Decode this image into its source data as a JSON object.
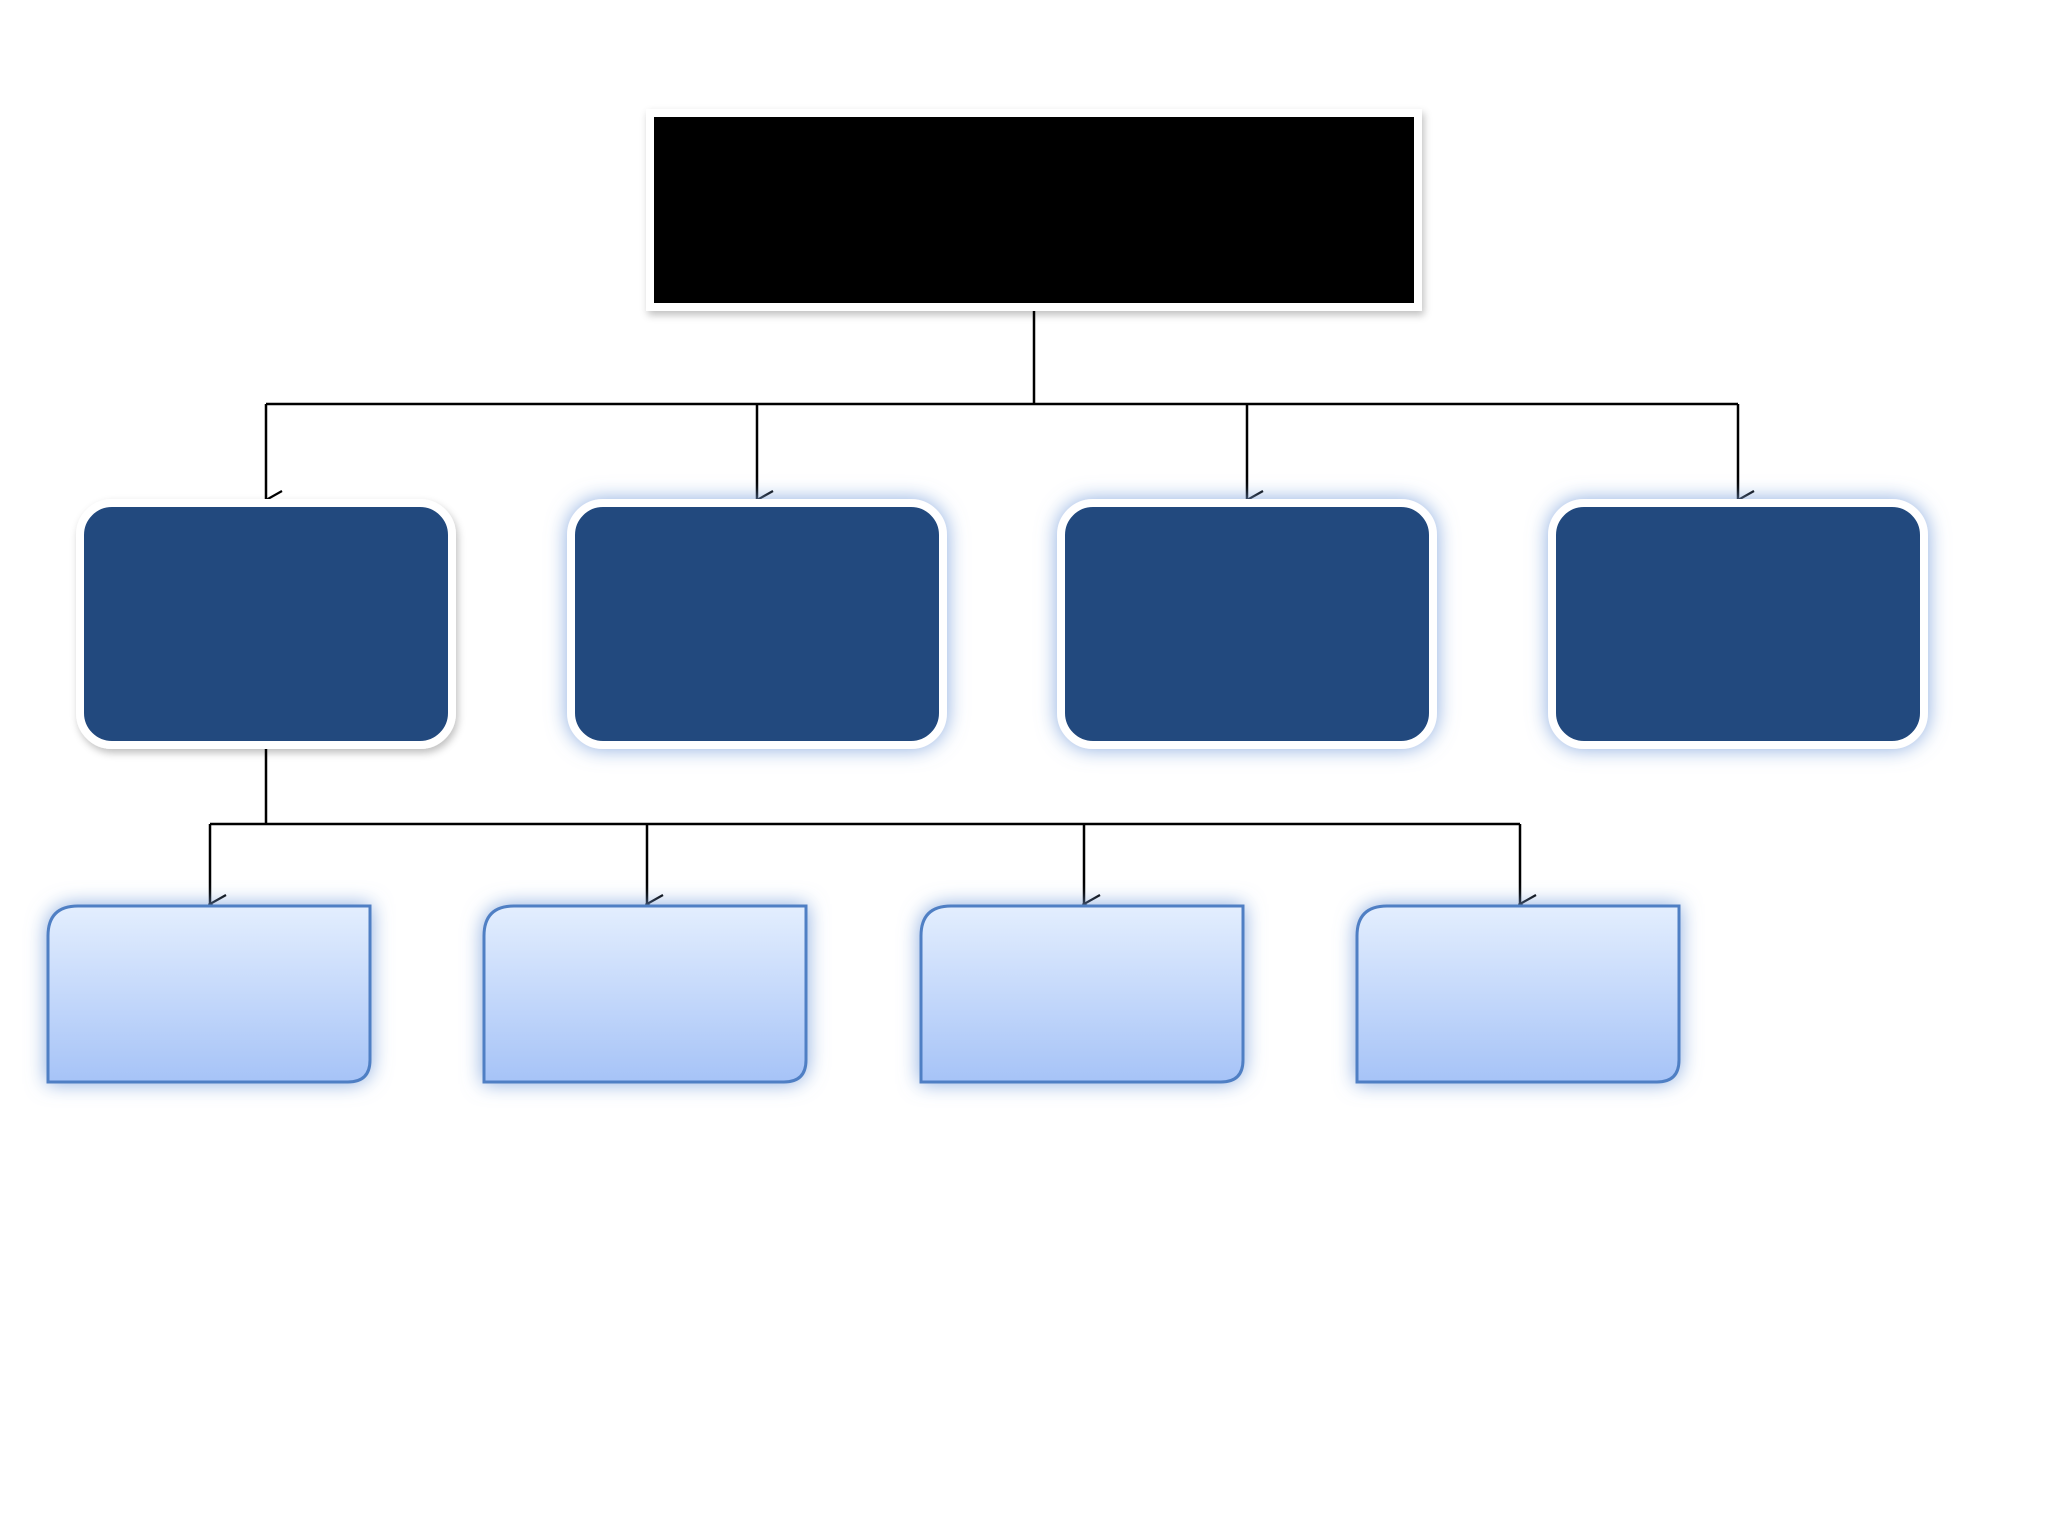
{
  "diagram": {
    "type": "org-chart",
    "root": {
      "label": "",
      "fill": "#000000",
      "border": "#ffffff"
    },
    "level1": [
      {
        "label": "",
        "fill": "#224a7e"
      },
      {
        "label": "",
        "fill": "#224a7e"
      },
      {
        "label": "",
        "fill": "#224a7e"
      },
      {
        "label": "",
        "fill": "#224a7e"
      }
    ],
    "level2": [
      {
        "label": "",
        "parent": 0
      },
      {
        "label": "",
        "parent": 0
      },
      {
        "label": "",
        "parent": 0
      },
      {
        "label": "",
        "parent": 0
      }
    ],
    "colors": {
      "background": "#ffffff",
      "connector": "#000000",
      "level1_fill": "#224a7e",
      "level1_border": "#ffffff",
      "glow": "#8fb0e6",
      "leaf_top": "#e3eefe",
      "leaf_bottom": "#a6c3f7",
      "leaf_border": "#4f7fc4"
    }
  }
}
